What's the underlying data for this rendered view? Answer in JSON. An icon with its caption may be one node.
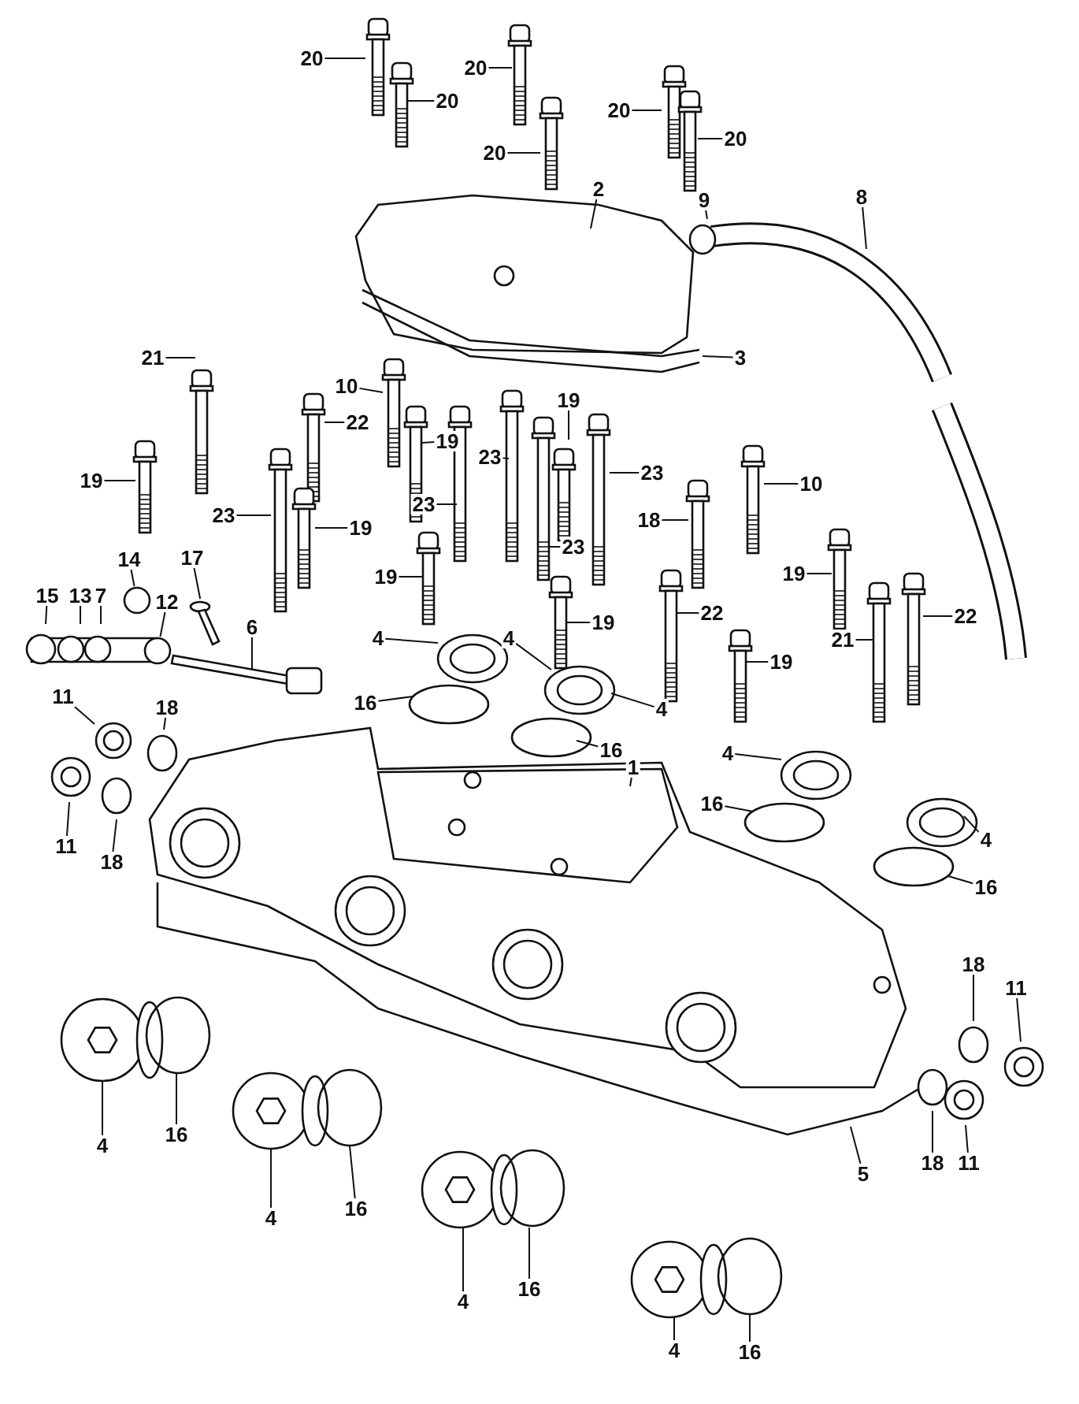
{
  "diagram": {
    "nodes": [
      {
        "text": [
          "20"
        ]
      },
      {
        "text": [
          "20"
        ]
      },
      {
        "text": [
          "20"
        ]
      },
      {
        "text": [
          "20"
        ]
      },
      {
        "text": [
          "20"
        ]
      },
      {
        "text": [
          "20"
        ]
      },
      {
        "text": [
          "2"
        ]
      },
      {
        "text": [
          "9"
        ]
      },
      {
        "text": [
          "8"
        ]
      },
      {
        "text": [
          "3"
        ]
      },
      {
        "text": [
          "10"
        ]
      },
      {
        "text": [
          "21"
        ]
      },
      {
        "text": [
          "22"
        ]
      },
      {
        "text": [
          "19"
        ]
      },
      {
        "text": [
          "19"
        ]
      },
      {
        "text": [
          "23"
        ]
      },
      {
        "text": [
          "23"
        ]
      },
      {
        "text": [
          "19"
        ]
      },
      {
        "text": [
          "23"
        ]
      },
      {
        "text": [
          "23"
        ]
      },
      {
        "text": [
          "19"
        ]
      },
      {
        "text": [
          "23"
        ]
      },
      {
        "text": [
          "10"
        ]
      },
      {
        "text": [
          "18"
        ]
      },
      {
        "text": [
          "19"
        ]
      },
      {
        "text": [
          "19"
        ]
      },
      {
        "text": [
          "19"
        ]
      },
      {
        "text": [
          "22"
        ]
      },
      {
        "text": [
          "21"
        ]
      },
      {
        "text": [
          "22"
        ]
      },
      {
        "text": [
          "19"
        ]
      },
      {
        "text": [
          "15"
        ]
      },
      {
        "text": [
          "13"
        ]
      },
      {
        "text": [
          "7"
        ]
      },
      {
        "text": [
          "14"
        ]
      },
      {
        "text": [
          "12"
        ]
      },
      {
        "text": [
          "17"
        ]
      },
      {
        "text": [
          "6"
        ]
      },
      {
        "text": [
          "11"
        ]
      },
      {
        "text": [
          "18"
        ]
      },
      {
        "text": [
          "11"
        ]
      },
      {
        "text": [
          "18"
        ]
      },
      {
        "text": [
          "4"
        ]
      },
      {
        "text": [
          "16"
        ]
      },
      {
        "text": [
          "4"
        ]
      },
      {
        "text": [
          "4"
        ]
      },
      {
        "text": [
          "16"
        ]
      },
      {
        "text": [
          "1"
        ]
      },
      {
        "text": [
          "4"
        ]
      },
      {
        "text": [
          "16"
        ]
      },
      {
        "text": [
          "4"
        ]
      },
      {
        "text": [
          "16"
        ]
      },
      {
        "text": [
          "18"
        ]
      },
      {
        "text": [
          "11"
        ]
      },
      {
        "text": [
          "5"
        ]
      },
      {
        "text": [
          "18"
        ]
      },
      {
        "text": [
          "11"
        ]
      },
      {
        "text": [
          "4"
        ]
      },
      {
        "text": [
          "16"
        ]
      },
      {
        "text": [
          "4"
        ]
      },
      {
        "text": [
          "16"
        ]
      },
      {
        "text": [
          "4"
        ]
      },
      {
        "text": [
          "16"
        ]
      },
      {
        "text": [
          "4"
        ]
      },
      {
        "text": [
          "16"
        ]
      },
      {
        "text": [],
        "shape": "circle"
      },
      {
        "text": [],
        "shape": "picture"
      },
      {
        "text": [],
        "shape": "circle"
      },
      {
        "text": [],
        "shape": "circle"
      }
    ],
    "edges": [
      {
        "from": 0,
        "to": null,
        "arrow": "none"
      },
      {
        "from": 1,
        "to": null,
        "arrow": "none"
      },
      {
        "from": 2,
        "to": null,
        "arrow": "none"
      },
      {
        "from": 3,
        "to": null,
        "arrow": "none"
      },
      {
        "from": 4,
        "to": null,
        "arrow": "none"
      },
      {
        "from": 5,
        "to": null,
        "arrow": "none"
      },
      {
        "from": 6,
        "to": null,
        "arrow": "none"
      },
      {
        "from": 7,
        "to": null,
        "arrow": "none"
      },
      {
        "from": 8,
        "to": null,
        "arrow": "none"
      },
      {
        "from": 9,
        "to": null,
        "arrow": "none"
      },
      {
        "from": 10,
        "to": null,
        "arrow": "none"
      },
      {
        "from": 11,
        "to": null,
        "arrow": "none"
      },
      {
        "from": 12,
        "to": null,
        "arrow": "none"
      },
      {
        "from": 13,
        "to": null,
        "arrow": "none"
      },
      {
        "from": 14,
        "to": null,
        "arrow": "none"
      },
      {
        "from": 15,
        "to": null,
        "arrow": "none"
      },
      {
        "from": 16,
        "to": null,
        "arrow": "none"
      },
      {
        "from": 17,
        "to": null,
        "arrow": "none"
      },
      {
        "from": 18,
        "to": null,
        "arrow": "none"
      },
      {
        "from": 19,
        "to": null,
        "arrow": "none"
      },
      {
        "from": 20,
        "to": null,
        "arrow": "none"
      },
      {
        "from": 21,
        "to": null,
        "arrow": "none"
      },
      {
        "from": 22,
        "to": null,
        "arrow": "none"
      },
      {
        "from": 23,
        "to": null,
        "arrow": "none"
      },
      {
        "from": 24,
        "to": null,
        "arrow": "none"
      },
      {
        "from": 25,
        "to": null,
        "arrow": "none"
      },
      {
        "from": 26,
        "to": null,
        "arrow": "none"
      },
      {
        "from": 27,
        "to": null,
        "arrow": "none"
      },
      {
        "from": 28,
        "to": null,
        "arrow": "none"
      },
      {
        "from": 29,
        "to": null,
        "arrow": "none"
      },
      {
        "from": 30,
        "to": null,
        "arrow": "none"
      },
      {
        "from": 31,
        "to": null,
        "arrow": "none"
      },
      {
        "from": 32,
        "to": null,
        "arrow": "none"
      },
      {
        "from": 33,
        "to": null,
        "arrow": "none"
      },
      {
        "from": 34,
        "to": 65,
        "arrow": "none"
      },
      {
        "from": 35,
        "to": 67,
        "arrow": "none"
      },
      {
        "from": 36,
        "to": 66,
        "arrow": "none"
      },
      {
        "from": 37,
        "to": null,
        "arrow": "none"
      },
      {
        "from": 38,
        "to": 68,
        "arrow": "none"
      },
      {
        "from": 39,
        "to": null,
        "arrow": "none"
      },
      {
        "from": 40,
        "to": null,
        "arrow": "none"
      },
      {
        "from": 41,
        "to": null,
        "arrow": "none"
      },
      {
        "from": 42,
        "to": null,
        "arrow": "none"
      },
      {
        "from": 43,
        "to": null,
        "arrow": "none"
      },
      {
        "from": 44,
        "to": null,
        "arrow": "none"
      },
      {
        "from": 45,
        "to": null,
        "arrow": "none"
      },
      {
        "from": 46,
        "to": null,
        "arrow": "none"
      },
      {
        "from": 47,
        "to": null,
        "arrow": "none"
      },
      {
        "from": 48,
        "to": null,
        "arrow": "none"
      },
      {
        "from": 49,
        "to": null,
        "arrow": "none"
      },
      {
        "from": 50,
        "to": null,
        "arrow": "none"
      },
      {
        "from": 51,
        "to": null,
        "arrow": "none"
      },
      {
        "from": 52,
        "to": null,
        "arrow": "none"
      },
      {
        "from": 53,
        "to": null,
        "arrow": "none"
      },
      {
        "from": 54,
        "to": null,
        "arrow": "none"
      },
      {
        "from": 55,
        "to": null,
        "arrow": "none"
      },
      {
        "from": 56,
        "to": null,
        "arrow": "none"
      },
      {
        "from": 57,
        "to": null,
        "arrow": "none"
      },
      {
        "from": 58,
        "to": null,
        "arrow": "none"
      },
      {
        "from": 59,
        "to": null,
        "arrow": "none"
      },
      {
        "from": 60,
        "to": null,
        "arrow": "none"
      },
      {
        "from": 61,
        "to": null,
        "arrow": "none"
      },
      {
        "from": 62,
        "to": null,
        "arrow": "none"
      },
      {
        "from": 63,
        "to": null,
        "arrow": "none"
      },
      {
        "from": 64,
        "to": null,
        "arrow": "none"
      }
    ]
  }
}
